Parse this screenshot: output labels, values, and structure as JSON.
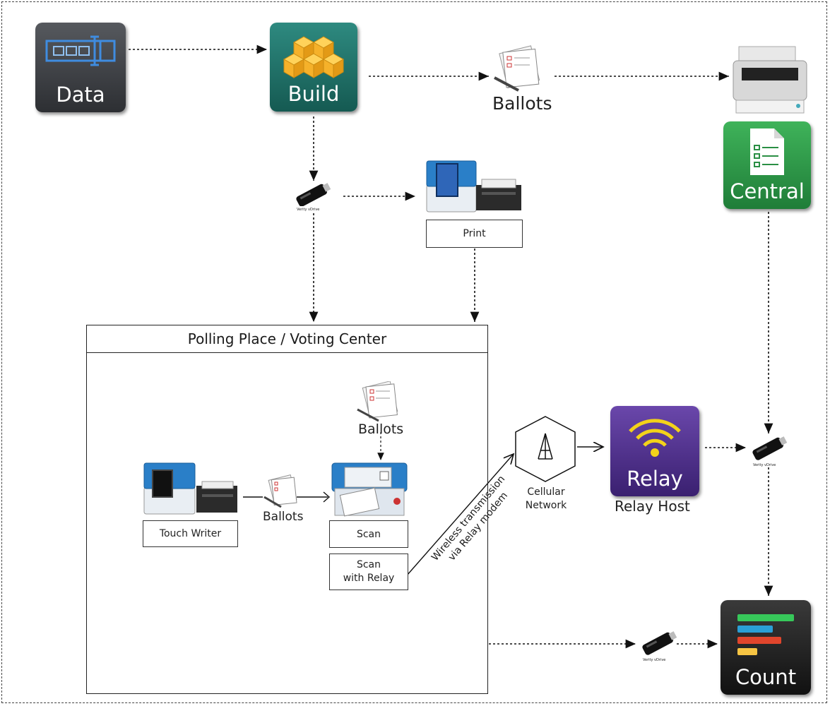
{
  "tiles": {
    "data_label": "Data",
    "build_label": "Build",
    "central_label": "Central",
    "relay_label": "Relay",
    "count_label": "Count"
  },
  "labels": {
    "ballots_top": "Ballots",
    "ballots_mid": "Ballots",
    "ballots_writer": "Ballots",
    "relay_host": "Relay Host",
    "cellular_line1": "Cellular",
    "cellular_line2": "Network",
    "wireless_line1": "Wireless transmission",
    "wireless_line2": "via Relay modem",
    "vdrive": "Verity vDrive"
  },
  "boxes": {
    "print": "Print",
    "polling_title": "Polling Place / Voting Center",
    "touch_writer": "Touch Writer",
    "scan": "Scan",
    "scan_relay_line1": "Scan",
    "scan_relay_line2": "with Relay"
  },
  "colors": {
    "data_tile": "#3a3d42",
    "build_tile": "#1f6e66",
    "central_tile": "#2e9a48",
    "relay_tile": "#4b2d86",
    "count_tile": "#1d1d1d",
    "cube": "#f5b12a",
    "wifi": "#f3d21a",
    "device_blue": "#2a7fc8"
  }
}
